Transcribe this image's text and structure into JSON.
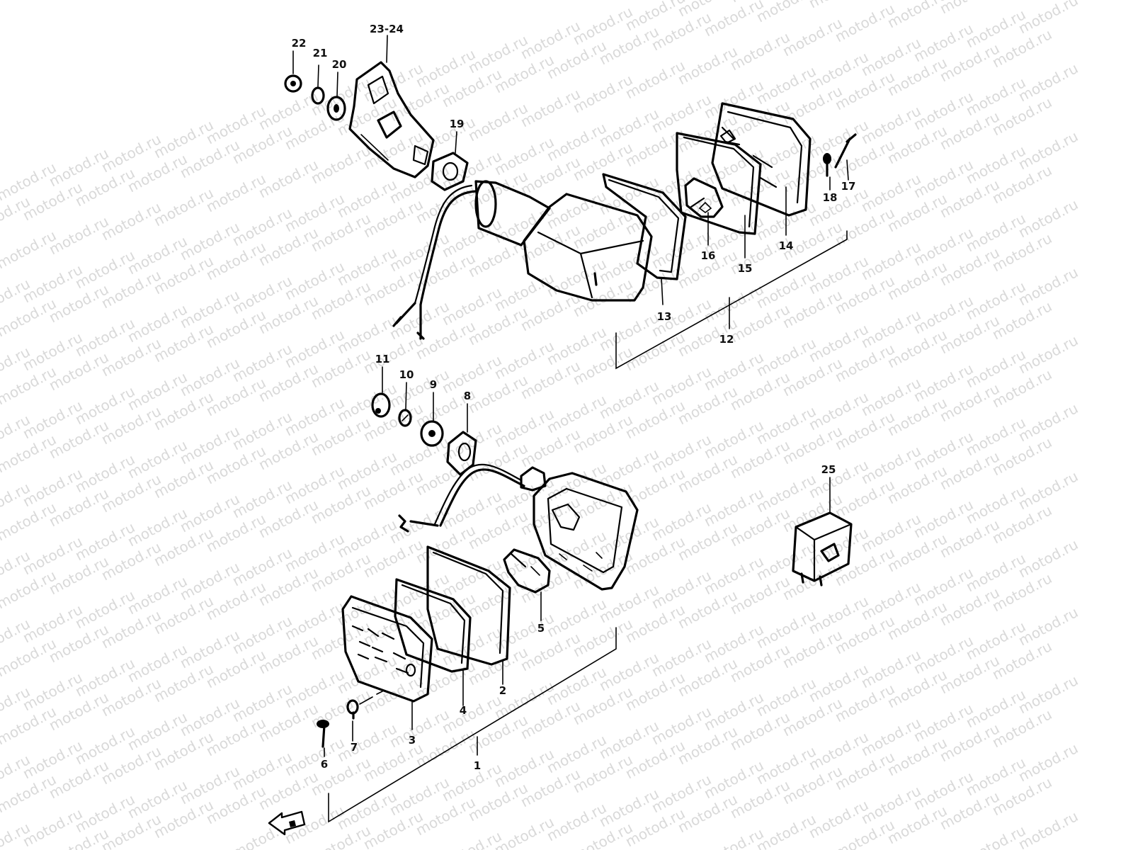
{
  "watermark": {
    "text": "motod.ru",
    "color": "#d9d9d9"
  },
  "callouts": {
    "c22": "22",
    "c21": "21",
    "c20": "20",
    "c23_24": "23-24",
    "c19": "19",
    "c18": "18",
    "c17": "17",
    "c16": "16",
    "c15": "15",
    "c14": "14",
    "c13": "13",
    "c12": "12",
    "c11": "11",
    "c10": "10",
    "c9": "9",
    "c8": "8",
    "c25": "25",
    "c5": "5",
    "c2": "2",
    "c4": "4",
    "c3": "3",
    "c7": "7",
    "c6": "6",
    "c1": "1"
  },
  "icons": {
    "direction_arrow": "front-direction-arrow-icon"
  }
}
